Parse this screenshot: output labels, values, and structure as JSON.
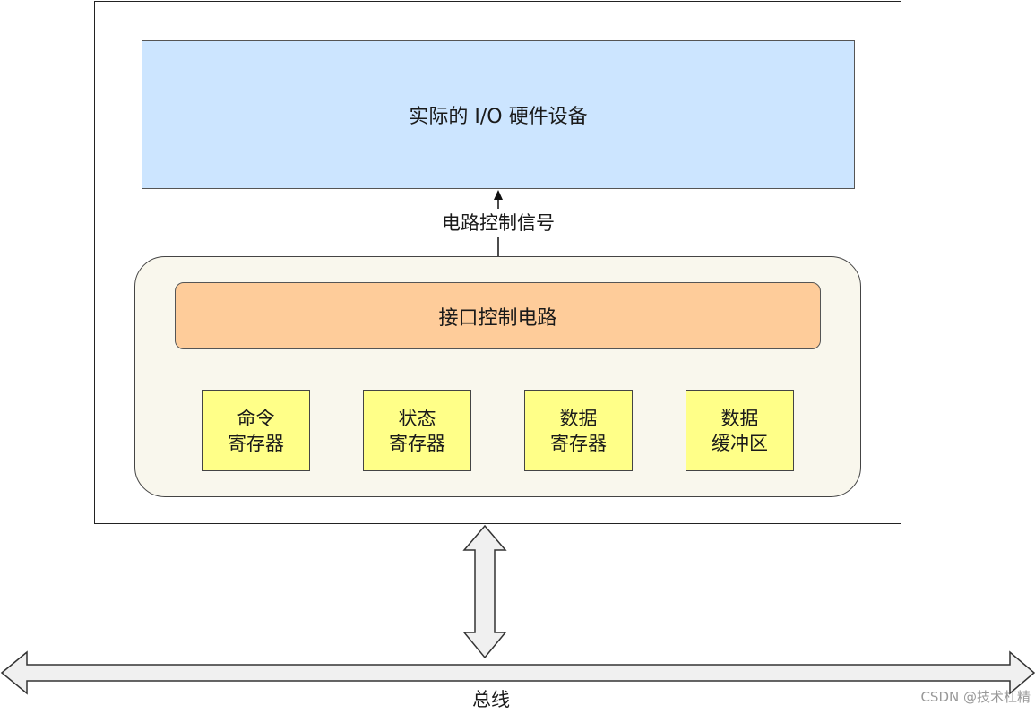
{
  "device": {
    "label": "实际的 I/O 硬件设备"
  },
  "signal": {
    "label": "电路控制信号"
  },
  "controller": {
    "circuit_label": "接口控制电路",
    "registers": [
      {
        "line1": "命令",
        "line2": "寄存器"
      },
      {
        "line1": "状态",
        "line2": "寄存器"
      },
      {
        "line1": "数据",
        "line2": "寄存器"
      },
      {
        "line1": "数据",
        "line2": "缓冲区"
      }
    ]
  },
  "bus": {
    "label": "总线"
  },
  "watermark": {
    "text": "CSDN @技术杠精"
  },
  "colors": {
    "device_fill": "#cce5ff",
    "controller_fill": "#f9f7ed",
    "circuit_fill": "#fecc9a",
    "register_fill": "#ffff88",
    "arrow_fill": "#f0f0f0"
  }
}
